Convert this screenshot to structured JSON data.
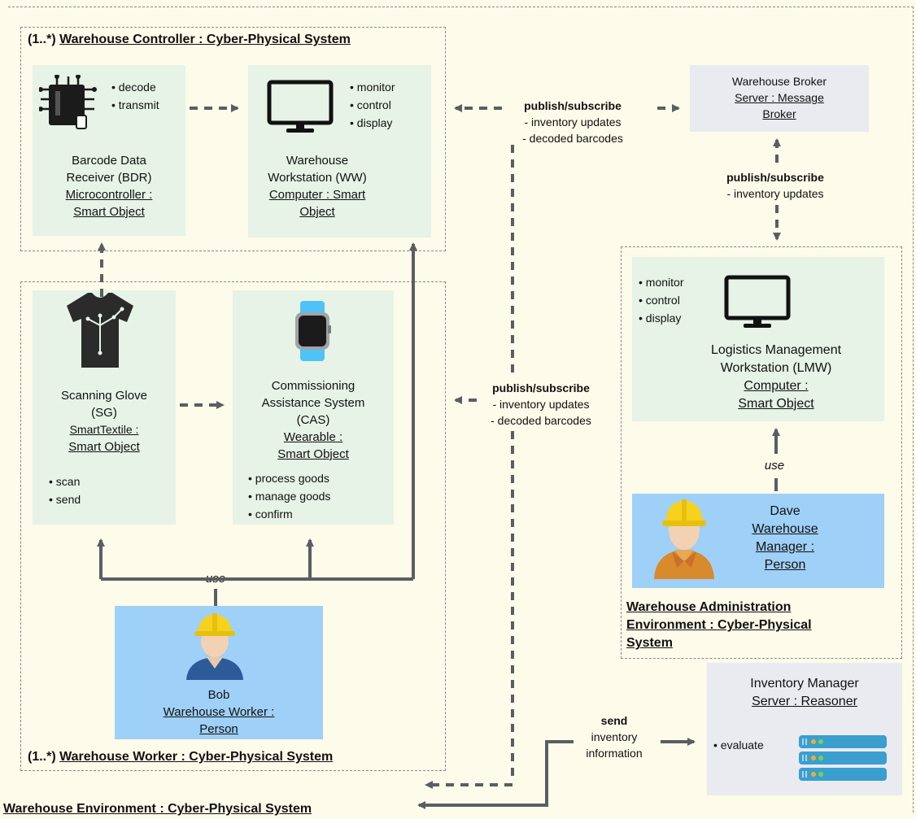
{
  "environment": {
    "title": "Warehouse Environment : Cyber-Physical System"
  },
  "controller": {
    "multiplicity": "(1..*)",
    "title": "Warehouse Controller : Cyber-Physical System",
    "bdr": {
      "name": "Barcode Data",
      "name2": "Receiver (BDR)",
      "type": "Microcontroller :",
      "type2": "Smart Object",
      "actions": [
        "decode",
        "transmit"
      ]
    },
    "ww": {
      "name": "Warehouse",
      "name2": "Workstation (WW)",
      "type": "Computer : Smart",
      "type2": "Object",
      "actions": [
        "monitor",
        "control",
        "display"
      ]
    }
  },
  "broker": {
    "name": "Warehouse Broker",
    "type": "Server : Message",
    "type2": "Broker"
  },
  "edges": {
    "pubsub_top": {
      "title": "publish/subscribe",
      "line1": "- inventory updates",
      "line2": "- decoded barcodes"
    },
    "pubsub_broker": {
      "title": "publish/subscribe",
      "line1": "- inventory updates"
    },
    "pubsub_mid": {
      "title": "publish/subscribe",
      "line1": "- inventory updates",
      "line2": "- decoded barcodes"
    },
    "use_worker": "use",
    "use_admin": "use",
    "send": {
      "title": "send",
      "line1": "inventory",
      "line2": "information"
    }
  },
  "worker": {
    "multiplicity": "(1..*)",
    "title": "Warehouse Worker : Cyber-Physical System",
    "sg": {
      "name": "Scanning Glove",
      "name2": "(SG)",
      "type": "SmartTextile :",
      "type2": "Smart Object",
      "actions": [
        "scan",
        "send"
      ]
    },
    "cas": {
      "name": "Commissioning",
      "name2": "Assistance System",
      "name3": "(CAS)",
      "type": "Wearable :",
      "type2": "Smart Object",
      "actions": [
        "process goods",
        "manage goods",
        "confirm"
      ]
    },
    "bob": {
      "name": "Bob",
      "type": "Warehouse Worker :",
      "type2": "Person"
    }
  },
  "admin": {
    "title1": "Warehouse Administration",
    "title2": "Environment : Cyber-Physical",
    "title3": "System",
    "lmw": {
      "name": "Logistics Management",
      "name2": "Workstation (LMW)",
      "type": "Computer :",
      "type2": "Smart Object",
      "actions": [
        "monitor",
        "control",
        "display"
      ]
    },
    "dave": {
      "name": "Dave",
      "type": "Warehouse",
      "type2": "Manager :",
      "type3": "Person"
    }
  },
  "inventory": {
    "name": "Inventory Manager",
    "type": "Server : Reasoner",
    "actions": [
      "evaluate"
    ]
  },
  "colors": {
    "green_box": "#e6f3e6",
    "person_box": "#9fd0f7",
    "server_box": "#e9ebf1",
    "arrow": "#5a5e63",
    "background": "#fdfbe9"
  }
}
